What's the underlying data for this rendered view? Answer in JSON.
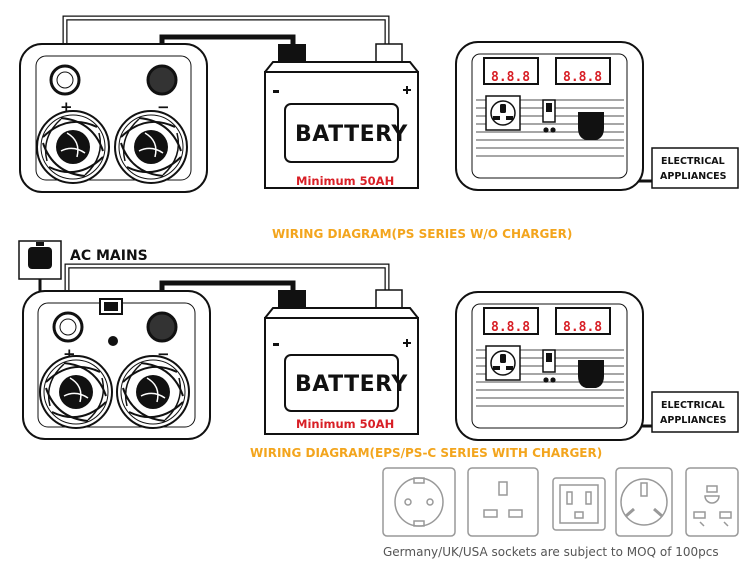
{
  "top_diagram": {
    "battery_label": "BATTERY",
    "battery_min": "Minimum 50AH",
    "caption": "WIRING DIAGRAM(PS SERIES W/O CHARGER)",
    "appliance_line1": "ELECTRICAL",
    "appliance_line2": "APPLIANCES",
    "plus_sign": "+",
    "minus_sign": "−",
    "battery_minus": "−",
    "battery_plus": "+"
  },
  "bottom_diagram": {
    "ac_mains_label": "AC MAINS",
    "battery_label": "BATTERY",
    "battery_min": "Minimum 50AH",
    "caption": "WIRING DIAGRAM(EPS/PS-C SERIES WITH CHARGER)",
    "appliance_line1": "ELECTRICAL",
    "appliance_line2": "APPLIANCES",
    "plus_sign": "+",
    "minus_sign": "−",
    "battery_minus": "−",
    "battery_plus": "+"
  },
  "display_digits": "8.8.8",
  "sockets_note": "Germany/UK/USA sockets are subject to MOQ of 100pcs",
  "socket_types": [
    "germany-socket",
    "uk-socket",
    "usa-socket",
    "australia-socket",
    "universal-socket"
  ],
  "colors": {
    "caption": "#f3a51d",
    "minimum": "#d81f26",
    "display": "#d81f26",
    "note": "#555555"
  }
}
